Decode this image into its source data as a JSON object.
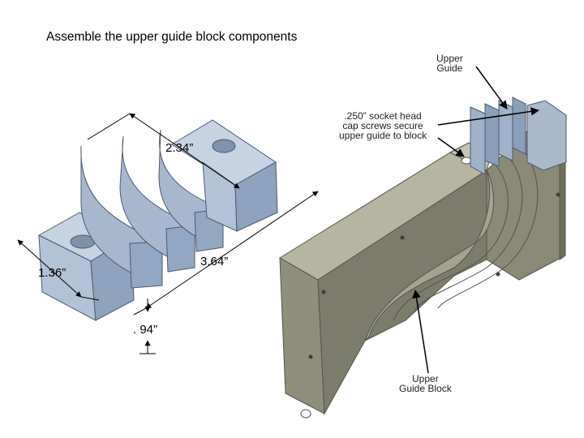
{
  "title": "Assemble the upper guide block components",
  "labels": {
    "upper_guide": "Upper\nGuide",
    "screws": ".250” socket head\ncap screws secure\nupper guide to block",
    "upper_guide_block": "Upper\nGuide Block"
  },
  "dimensions": {
    "width_234": "2.34”",
    "length_364": "3.64”",
    "depth_136": "1.36”",
    "gap_094": ". 94”"
  },
  "colors": {
    "part_light": "#b9c8dc",
    "part_mid": "#9fb2c9",
    "part_dark": "#7e93ad",
    "block_top": "#b5b5a2",
    "block_front": "#8f8f7c",
    "block_side": "#6f6f5e"
  }
}
